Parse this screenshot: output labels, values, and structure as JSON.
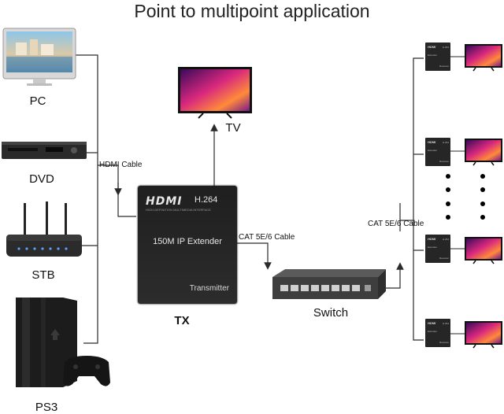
{
  "title": "Point to multipoint application",
  "sources": [
    {
      "label": "PC"
    },
    {
      "label": "DVD"
    },
    {
      "label": "STB"
    },
    {
      "label": "PS3"
    }
  ],
  "tv_label": "TV",
  "hdmi_cable_label": "HDMI Cable",
  "cat_cable_label_left": "CAT 5E/6 Cable",
  "cat_cable_label_right": "CAT 5E/6 Cable",
  "transmitter": {
    "brand": "HDMI",
    "codec": "H.264",
    "tagline": "HIGH-DEFINITION MULTIMEDIA INTERFACE",
    "product": "150M IP Extender",
    "role": "Transmitter",
    "caption": "TX"
  },
  "switch_label": "Switch",
  "receivers": [
    {
      "brand": "HDMI",
      "model": "H.264",
      "sub": "Extender",
      "role": "Receiver"
    },
    {
      "brand": "HDMI",
      "model": "H.264",
      "sub": "Extender",
      "role": "Receiver"
    },
    {
      "brand": "HDMI",
      "model": "H.264",
      "sub": "Extender",
      "role": "Receiver"
    },
    {
      "brand": "HDMI",
      "model": "H.264",
      "sub": "Extender",
      "role": "Receiver"
    }
  ],
  "colors": {
    "line": "#2a2a2a",
    "box": "#262626",
    "screen_pink": "#e0338a"
  }
}
